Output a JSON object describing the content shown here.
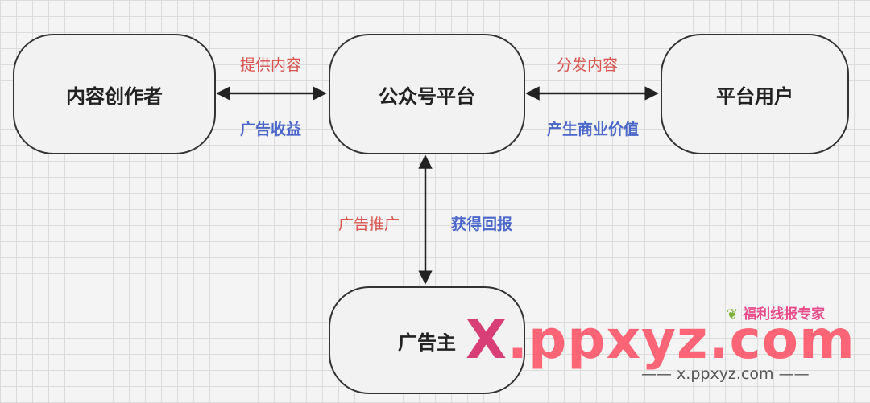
{
  "nodes": {
    "creator": "内容创作者",
    "platform": "公众号平台",
    "user": "平台用户",
    "advertiser": "广告主"
  },
  "edges": {
    "creator_platform": {
      "top_label": "提供内容",
      "bottom_label": "广告收益"
    },
    "platform_user": {
      "top_label": "分发内容",
      "bottom_label": "产生商业价值"
    },
    "platform_advertiser": {
      "left_label": "广告推广",
      "right_label": "获得回报"
    }
  },
  "colors": {
    "red_label": "#d9534f",
    "blue_label": "#4a67c9",
    "node_border": "#333333",
    "grid": "#dcdcdc"
  },
  "watermark": {
    "brand_x": "X",
    "brand_rest": ".ppxyz.com",
    "url_line": "—— x.ppxyz.com ——",
    "badge": "福利线报专家",
    "badge_icon": "leaf-icon"
  }
}
